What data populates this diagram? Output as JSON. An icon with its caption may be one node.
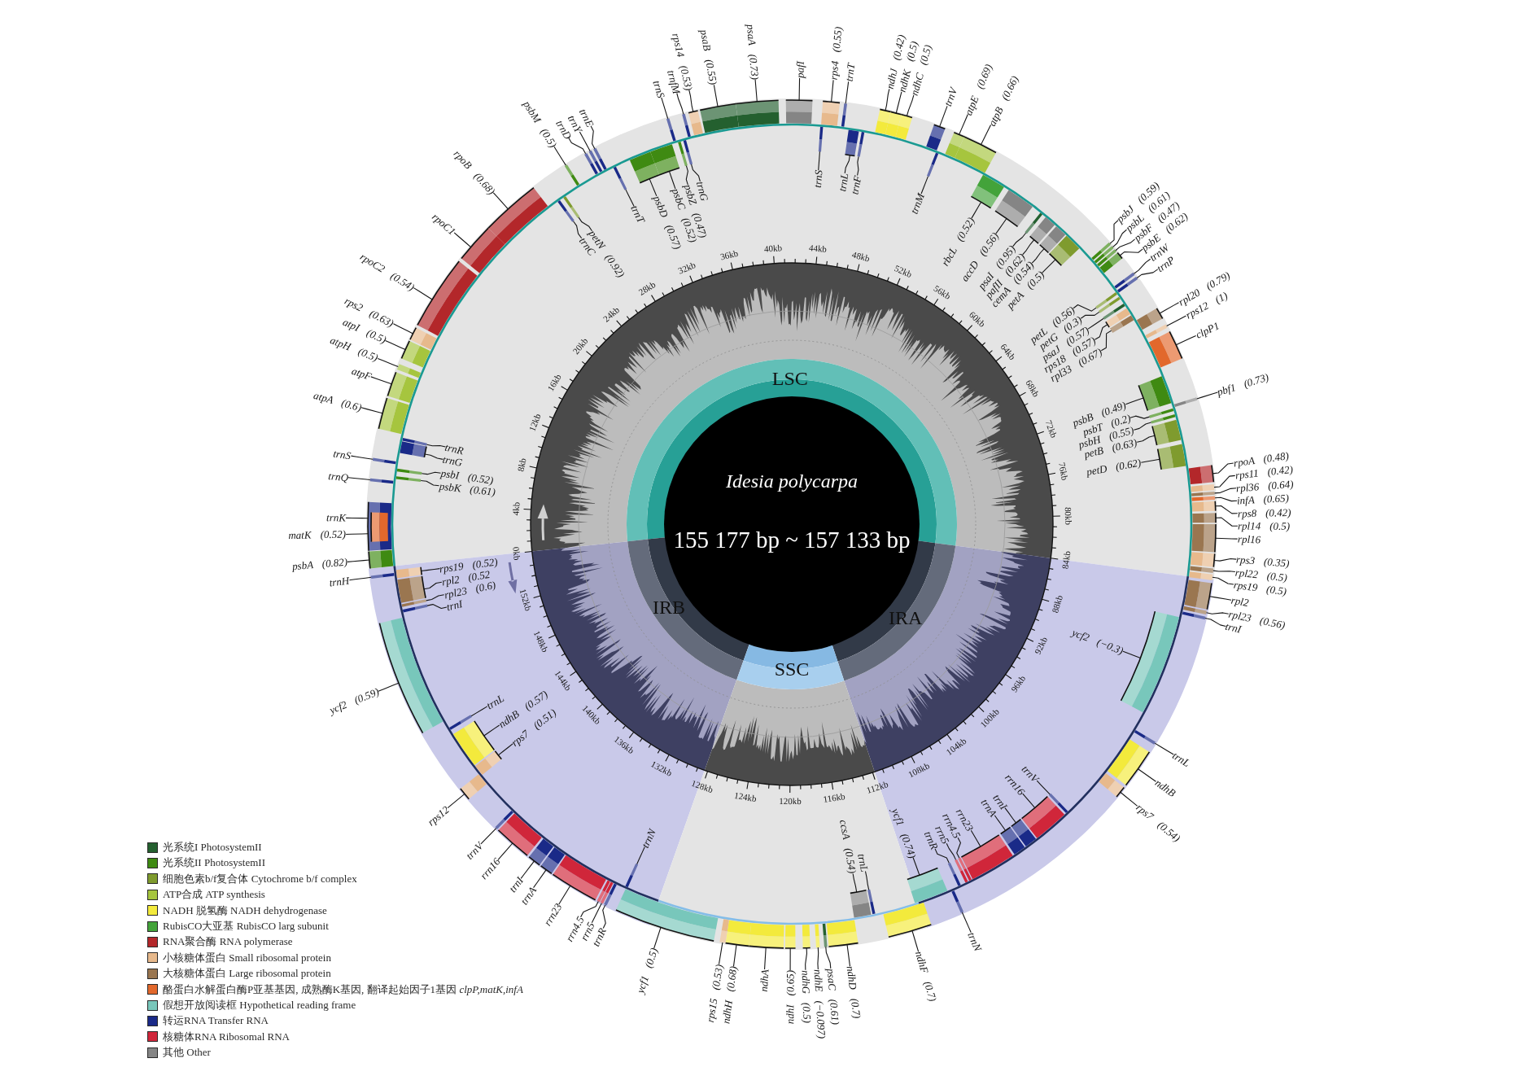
{
  "diagram": {
    "nodes": [
      {
        "text": [
          "Idesia polycarpa",
          "155 177 bp ~ 157 133 bp"
        ]
      },
      {
        "text": [
          "LSC"
        ]
      },
      {
        "text": [
          "IRB"
        ]
      },
      {
        "text": [
          "IRA"
        ]
      },
      {
        "text": [
          "SSC"
        ]
      },
      {
        "text": [
          "*psbA* (0.82)"
        ]
      },
      {
        "text": [
          "*matK* (0.52)"
        ]
      },
      {
        "text": [
          "trnK"
        ]
      },
      {
        "text": [
          "trnQ"
        ]
      },
      {
        "text": [
          "*psbK* (0.61)"
        ]
      },
      {
        "text": [
          "*psbI* (0.52)"
        ]
      },
      {
        "text": [
          "trnS"
        ]
      },
      {
        "text": [
          "trnG"
        ]
      },
      {
        "text": [
          "trnR"
        ]
      },
      {
        "text": [
          "*atpA* (0.6)"
        ]
      },
      {
        "text": [
          "atpF"
        ]
      },
      {
        "text": [
          "*atpH* (0.5)"
        ]
      },
      {
        "text": [
          "*atpI* (0.5)"
        ]
      },
      {
        "text": [
          "*rps2* (0.63)"
        ]
      },
      {
        "text": [
          "*rpoC2* (0.54)"
        ]
      },
      {
        "text": [
          "rpoC1"
        ]
      },
      {
        "text": [
          "*rpoB* (0.68)"
        ]
      },
      {
        "text": [
          "trnC"
        ]
      },
      {
        "text": [
          "*petN* (0.92)"
        ]
      },
      {
        "text": [
          "*psbM* (0.5)"
        ]
      },
      {
        "text": [
          "trnD"
        ]
      },
      {
        "text": [
          "trnY"
        ]
      },
      {
        "text": [
          "trnE"
        ]
      },
      {
        "text": [
          "trnT"
        ]
      },
      {
        "text": [
          "*psbD* (0.57)"
        ]
      },
      {
        "text": [
          "*psbC* (0.52)"
        ]
      },
      {
        "text": [
          "trnS"
        ]
      },
      {
        "text": [
          "*psbZ* (0.47)"
        ]
      },
      {
        "text": [
          "trnG"
        ]
      },
      {
        "text": [
          "trnfM"
        ]
      },
      {
        "text": [
          "*rps14* (0.53)"
        ]
      },
      {
        "text": [
          "*psaB* (0.55)"
        ]
      },
      {
        "text": [
          "*psaA* (0.73)"
        ]
      },
      {
        "text": [
          "pafI"
        ]
      },
      {
        "text": [
          "trnS"
        ]
      },
      {
        "text": [
          "*rps4* (0.55)"
        ]
      },
      {
        "text": [
          "trnT"
        ]
      },
      {
        "text": [
          "trnL"
        ]
      },
      {
        "text": [
          "trnF"
        ]
      },
      {
        "text": [
          "*ndhJ* (0.42)"
        ]
      },
      {
        "text": [
          "*ndhK* (0.5)"
        ]
      },
      {
        "text": [
          "*ndhC* (0.5)"
        ]
      },
      {
        "text": [
          "trnV"
        ]
      },
      {
        "text": [
          "trnM"
        ]
      },
      {
        "text": [
          "*atpE* (0.69)"
        ]
      },
      {
        "text": [
          "*atpB* (0.66)"
        ]
      },
      {
        "text": [
          "*rbcL* (0.52)"
        ]
      },
      {
        "text": [
          "*accD* (0.56)"
        ]
      },
      {
        "text": [
          "*psaI* (0.95)"
        ]
      },
      {
        "text": [
          "*pafII* (0.62)"
        ]
      },
      {
        "text": [
          "*cemA* (0.54)"
        ]
      },
      {
        "text": [
          "*petA* (0.5)"
        ]
      },
      {
        "text": [
          "*psbJ* (0.59)"
        ]
      },
      {
        "text": [
          "*psbL* (0.61)"
        ]
      },
      {
        "text": [
          "*psbF* (0.47)"
        ]
      },
      {
        "text": [
          "*psbE* (0.62)"
        ]
      },
      {
        "text": [
          "trnW"
        ]
      },
      {
        "text": [
          "trnP"
        ]
      },
      {
        "text": [
          "*petL* (0.56)"
        ]
      },
      {
        "text": [
          "*petG* (0.3)"
        ]
      },
      {
        "text": [
          "*psaJ* (0.57)"
        ]
      },
      {
        "text": [
          "*rps18* (0.57)"
        ]
      },
      {
        "text": [
          "*rpl33* (0.67)"
        ]
      },
      {
        "text": [
          "*rpl20* (0.79)"
        ]
      },
      {
        "text": [
          "*rps12* (1)"
        ]
      },
      {
        "text": [
          "clpP1"
        ]
      },
      {
        "text": [
          "*psbB* (0.49)"
        ]
      },
      {
        "text": [
          "*pbf1* (0.73)"
        ]
      },
      {
        "text": [
          "*psbT* (0.2)"
        ]
      },
      {
        "text": [
          "*psbH* (0.55)"
        ]
      },
      {
        "text": [
          "*petB* (0.63)"
        ]
      },
      {
        "text": [
          "*petD* (0.62)"
        ]
      },
      {
        "text": [
          "*rpoA* (0.48)"
        ]
      },
      {
        "text": [
          "*rps11* (0.42)"
        ]
      },
      {
        "text": [
          "*rpl36* (0.64)"
        ]
      },
      {
        "text": [
          "*infA* (0.65)"
        ]
      },
      {
        "text": [
          "*rps8* (0.42)"
        ]
      },
      {
        "text": [
          "*rpl14* (0.5)"
        ]
      },
      {
        "text": [
          "rpl16"
        ]
      },
      {
        "text": [
          "*rps3* (0.35)"
        ]
      },
      {
        "text": [
          "*rpl22* (0.5)"
        ]
      },
      {
        "text": [
          "*rps19* (0.5)"
        ]
      },
      {
        "text": [
          "rpl2"
        ]
      },
      {
        "text": [
          "*rpl23* (0.56)"
        ]
      },
      {
        "text": [
          "trnI"
        ]
      },
      {
        "text": [
          "*ycf2* (−0.3)"
        ]
      },
      {
        "text": [
          "trnL"
        ]
      },
      {
        "text": [
          "ndhB"
        ]
      },
      {
        "text": [
          "*rps7* (0.54)"
        ]
      },
      {
        "text": [
          "trnV"
        ]
      },
      {
        "text": [
          "rrn16"
        ]
      },
      {
        "text": [
          "trnI"
        ]
      },
      {
        "text": [
          "trnA"
        ]
      },
      {
        "text": [
          "rrn23"
        ]
      },
      {
        "text": [
          "rrn4.5"
        ]
      },
      {
        "text": [
          "rrn5"
        ]
      },
      {
        "text": [
          "trnR"
        ]
      },
      {
        "text": [
          "trnN"
        ]
      },
      {
        "text": [
          "*ycf1* (0.74)"
        ]
      },
      {
        "text": [
          "*ndhF* (0.7)"
        ]
      },
      {
        "text": [
          "trnL"
        ]
      },
      {
        "text": [
          "*ccsA* (0.54)"
        ]
      },
      {
        "text": [
          "*ndhD* (0.7)"
        ]
      },
      {
        "text": [
          "*psaC* (0.61)"
        ]
      },
      {
        "text": [
          "*ndhE* (−0.097)"
        ]
      },
      {
        "text": [
          "*ndhG* (0.5)"
        ]
      },
      {
        "text": [
          "*ndhI* (0.65)"
        ]
      },
      {
        "text": [
          "ndhA"
        ]
      },
      {
        "text": [
          "*ndhH* (0.68)"
        ]
      },
      {
        "text": [
          "*rps15* (0.53)"
        ]
      },
      {
        "text": [
          "*ycf1* (0.5)"
        ]
      },
      {
        "text": [
          "trnN"
        ]
      },
      {
        "text": [
          "trnR"
        ]
      },
      {
        "text": [
          "rrn5"
        ]
      },
      {
        "text": [
          "rrn4.5"
        ]
      },
      {
        "text": [
          "rrn23"
        ]
      },
      {
        "text": [
          "trnA"
        ]
      },
      {
        "text": [
          "trnI"
        ]
      },
      {
        "text": [
          "rrn16"
        ]
      },
      {
        "text": [
          "trnV"
        ]
      },
      {
        "text": [
          "rps12"
        ]
      },
      {
        "text": [
          "*rps7* (0.51)"
        ]
      },
      {
        "text": [
          "*ndhB* (0.57)"
        ]
      },
      {
        "text": [
          "trnL"
        ]
      },
      {
        "text": [
          "*ycf2* (0.59)"
        ]
      },
      {
        "text": [
          "trnI"
        ]
      },
      {
        "text": [
          "*rpl23* (0.6)"
        ]
      },
      {
        "text": [
          "*rpl2* (0.52"
        ]
      },
      {
        "text": [
          "*rps19* (0.52)"
        ]
      },
      {
        "text": [
          "trnH"
        ]
      },
      {
        "text": [],
        "shape": "bar"
      },
      {
        "text": [],
        "shape": "bar",
        "in": 137
      },
      {
        "text": [],
        "shape": "bar"
      },
      {
        "text": [],
        "shape": "bar"
      },
      {
        "text": [],
        "shape": "bar"
      },
      {
        "text": [],
        "shape": "bar"
      },
      {
        "text": [],
        "shape": "bar"
      },
      {
        "text": [],
        "shape": "bar"
      },
      {
        "text": [],
        "shape": "bar"
      },
      {
        "text": [],
        "shape": "bar"
      },
      {
        "text": [],
        "shape": "bar"
      },
      {
        "text": [],
        "shape": "bar"
      },
      {
        "text": [],
        "shape": "bar"
      },
      {
        "text": [],
        "shape": "bar"
      },
      {
        "text": [],
        "shape": "bar"
      },
      {
        "text": [],
        "shape": "bar"
      },
      {
        "text": [],
        "shape": "bar"
      },
      {
        "text": [],
        "shape": "bar"
      },
      {
        "text": [],
        "shape": "bar"
      },
      {
        "text": [],
        "shape": "bar"
      },
      {
        "text": [],
        "shape": "bar"
      },
      {
        "text": [],
        "shape": "bar"
      },
      {
        "text": [],
        "shape": "bar"
      },
      {
        "text": [],
        "shape": "bar"
      },
      {
        "text": [],
        "shape": "bar"
      },
      {
        "text": [],
        "shape": "bar"
      },
      {
        "text": [],
        "shape": "bar"
      },
      {
        "text": [],
        "shape": "bar"
      },
      {
        "text": [],
        "shape": "bar"
      },
      {
        "text": [],
        "shape": "bar"
      },
      {
        "text": [],
        "shape": "bar"
      },
      {
        "text": [],
        "shape": "bar"
      },
      {
        "text": [],
        "shape": "bar"
      },
      {
        "text": [],
        "shape": "bar"
      },
      {
        "text": [],
        "shape": "bar"
      },
      {
        "text": [],
        "shape": "bar"
      },
      {
        "text": [],
        "shape": "bar"
      },
      {
        "text": [],
        "shape": "bar"
      },
      {
        "text": [],
        "shape": "bar"
      },
      {
        "text": [],
        "shape": "bar"
      },
      {
        "text": [],
        "shape": "bar"
      },
      {
        "text": [],
        "shape": "bar"
      },
      {
        "text": [],
        "shape": "bar"
      },
      {
        "text": [],
        "shape": "bar"
      },
      {
        "text": [],
        "shape": "bar"
      },
      {
        "text": [],
        "shape": "bar"
      },
      {
        "text": [],
        "shape": "bar"
      },
      {
        "text": [],
        "shape": "bar"
      },
      {
        "text": [],
        "shape": "bar"
      },
      {
        "text": [],
        "shape": "bar"
      },
      {
        "text": [],
        "shape": "bar"
      },
      {
        "text": [],
        "shape": "bar"
      },
      {
        "text": [],
        "shape": "bar"
      },
      {
        "text": [],
        "shape": "bar"
      },
      {
        "text": [],
        "shape": "bar"
      },
      {
        "text": [],
        "shape": "bar"
      },
      {
        "text": [],
        "shape": "bar"
      },
      {
        "text": [],
        "shape": "bar"
      },
      {
        "text": [],
        "shape": "bar"
      },
      {
        "text": [],
        "shape": "bar"
      },
      {
        "text": [],
        "shape": "bar"
      },
      {
        "text": [],
        "shape": "bar"
      },
      {
        "text": [],
        "shape": "bar"
      },
      {
        "text": [],
        "shape": "bar"
      },
      {
        "text": [],
        "shape": "bar"
      },
      {
        "text": [],
        "shape": "bar"
      },
      {
        "text": [],
        "shape": "bar"
      },
      {
        "text": [],
        "shape": "bar"
      },
      {
        "text": [],
        "shape": "bar"
      },
      {
        "text": [],
        "shape": "bar"
      },
      {
        "text": [],
        "shape": "bar"
      },
      {
        "text": [],
        "shape": "bar"
      },
      {
        "text": [],
        "shape": "bar"
      },
      {
        "text": [],
        "shape": "bar"
      },
      {
        "text": [],
        "shape": "bar"
      },
      {
        "text": [],
        "shape": "bar"
      },
      {
        "text": [],
        "shape": "bar"
      },
      {
        "text": [],
        "shape": "bar"
      },
      {
        "text": [],
        "shape": "bar"
      },
      {
        "text": [],
        "shape": "bar"
      },
      {
        "text": [],
        "shape": "bar"
      },
      {
        "text": [],
        "shape": "bar"
      },
      {
        "text": [],
        "shape": "bar"
      },
      {
        "text": [],
        "shape": "bar"
      },
      {
        "text": [],
        "shape": "bar"
      },
      {
        "text": [],
        "shape": "bar"
      },
      {
        "text": [],
        "shape": "bar"
      },
      {
        "text": [],
        "shape": "bar"
      },
      {
        "text": [],
        "shape": "bar"
      },
      {
        "text": [],
        "shape": "bar"
      },
      {
        "text": [],
        "shape": "bar"
      },
      {
        "text": [],
        "shape": "bar"
      },
      {
        "text": [],
        "shape": "bar"
      },
      {
        "text": [],
        "shape": "bar"
      },
      {
        "text": [],
        "shape": "bar"
      },
      {
        "text": [],
        "shape": "bar"
      },
      {
        "text": [],
        "shape": "bar"
      },
      {
        "text": [],
        "shape": "bar"
      },
      {
        "text": [],
        "shape": "bar"
      },
      {
        "text": [],
        "shape": "bar"
      },
      {
        "text": [],
        "shape": "bar"
      },
      {
        "text": [],
        "shape": "bar"
      },
      {
        "text": [],
        "shape": "bar"
      },
      {
        "text": [],
        "shape": "bar"
      },
      {
        "text": [],
        "shape": "bar"
      },
      {
        "text": [],
        "shape": "bar"
      },
      {
        "text": [],
        "shape": "bar"
      },
      {
        "text": [],
        "shape": "bar"
      },
      {
        "text": [],
        "shape": "bar"
      },
      {
        "text": [],
        "shape": "bar"
      },
      {
        "text": [],
        "shape": "bar"
      },
      {
        "text": [],
        "shape": "bar"
      },
      {
        "text": [],
        "shape": "bar"
      },
      {
        "text": [],
        "shape": "bar"
      },
      {
        "text": [],
        "shape": "bar"
      },
      {
        "text": [],
        "shape": "bar"
      },
      {
        "text": [],
        "shape": "bar"
      },
      {
        "text": [],
        "shape": "bar"
      },
      {
        "text": [],
        "shape": "bar"
      },
      {
        "text": [],
        "shape": "bar"
      },
      {
        "text": [],
        "shape": "bar"
      },
      {
        "text": [],
        "shape": "bar"
      },
      {
        "text": [],
        "shape": "bar"
      },
      {
        "text": [],
        "shape": "bar"
      },
      {
        "text": [],
        "shape": "bar"
      },
      {
        "text": [],
        "shape": "bar"
      },
      {
        "text": [],
        "shape": "bar"
      },
      {
        "text": [],
        "shape": "bar"
      },
      {
        "text": [],
        "shape": "bar"
      },
      {
        "text": [],
        "shape": "bar"
      }
    ],
    "edges": [
      {
        "from": 5,
        "to": 135,
        "arrow": "none"
      },
      {
        "from": 6,
        "to": 136,
        "arrow": "none"
      },
      {
        "from": 7,
        "to": 137,
        "arrow": "none"
      },
      {
        "from": 8,
        "to": 138,
        "arrow": "none"
      },
      {
        "from": 9,
        "to": 139,
        "arrow": "none"
      },
      {
        "from": 10,
        "to": 140,
        "arrow": "none"
      },
      {
        "from": 11,
        "to": 141,
        "arrow": "none"
      },
      {
        "from": 12,
        "to": 142,
        "arrow": "none"
      },
      {
        "from": 13,
        "to": 143,
        "arrow": "none"
      },
      {
        "from": 14,
        "to": 144,
        "arrow": "none"
      },
      {
        "from": 15,
        "to": 145,
        "arrow": "none"
      },
      {
        "from": 16,
        "to": 146,
        "arrow": "none"
      },
      {
        "from": 17,
        "to": 147,
        "arrow": "none"
      },
      {
        "from": 18,
        "to": 148,
        "arrow": "none"
      },
      {
        "from": 19,
        "to": 149,
        "arrow": "none"
      },
      {
        "from": 20,
        "to": 150,
        "arrow": "none"
      },
      {
        "from": 21,
        "to": 151,
        "arrow": "none"
      },
      {
        "from": 22,
        "to": 152,
        "arrow": "none"
      },
      {
        "from": 23,
        "to": 153,
        "arrow": "none"
      },
      {
        "from": 24,
        "to": 154,
        "arrow": "none"
      },
      {
        "from": 25,
        "to": 155,
        "arrow": "none"
      },
      {
        "from": 26,
        "to": 156,
        "arrow": "none"
      },
      {
        "from": 27,
        "to": 157,
        "arrow": "none"
      },
      {
        "from": 28,
        "to": 158,
        "arrow": "none"
      },
      {
        "from": 29,
        "to": 159,
        "arrow": "none"
      },
      {
        "from": 30,
        "to": 160,
        "arrow": "none"
      },
      {
        "from": 31,
        "to": 161,
        "arrow": "none"
      },
      {
        "from": 32,
        "to": 162,
        "arrow": "none"
      },
      {
        "from": 33,
        "to": 163,
        "arrow": "none"
      },
      {
        "from": 34,
        "to": 164,
        "arrow": "none"
      },
      {
        "from": 35,
        "to": 165,
        "arrow": "none"
      },
      {
        "from": 36,
        "to": 166,
        "arrow": "none"
      },
      {
        "from": 37,
        "to": 167,
        "arrow": "none"
      },
      {
        "from": 38,
        "to": 168,
        "arrow": "none"
      },
      {
        "from": 39,
        "to": 169,
        "arrow": "none"
      },
      {
        "from": 40,
        "to": 170,
        "arrow": "none"
      },
      {
        "from": 41,
        "to": 171,
        "arrow": "none"
      },
      {
        "from": 42,
        "to": 172,
        "arrow": "none"
      },
      {
        "from": 43,
        "to": 173,
        "arrow": "none"
      },
      {
        "from": 44,
        "to": 174,
        "arrow": "none"
      },
      {
        "from": 45,
        "to": 175,
        "arrow": "none"
      },
      {
        "from": 46,
        "to": 176,
        "arrow": "none"
      },
      {
        "from": 47,
        "to": 177,
        "arrow": "none"
      },
      {
        "from": 48,
        "to": 178,
        "arrow": "none"
      },
      {
        "from": 49,
        "to": 179,
        "arrow": "none"
      },
      {
        "from": 50,
        "to": 180,
        "arrow": "none"
      },
      {
        "from": 51,
        "to": 181,
        "arrow": "none"
      },
      {
        "from": 52,
        "to": 182,
        "arrow": "none"
      },
      {
        "from": 53,
        "to": 183,
        "arrow": "none"
      },
      {
        "from": 54,
        "to": 184,
        "arrow": "none"
      },
      {
        "from": 55,
        "to": 185,
        "arrow": "none"
      },
      {
        "from": 56,
        "to": 186,
        "arrow": "none"
      },
      {
        "from": 57,
        "to": 187,
        "arrow": "none"
      },
      {
        "from": 58,
        "to": 188,
        "arrow": "none"
      },
      {
        "from": 59,
        "to": 189,
        "arrow": "none"
      },
      {
        "from": 60,
        "to": 190,
        "arrow": "none"
      },
      {
        "from": 61,
        "to": 191,
        "arrow": "none"
      },
      {
        "from": 62,
        "to": 192,
        "arrow": "none"
      },
      {
        "from": 63,
        "to": 193,
        "arrow": "none"
      },
      {
        "from": 64,
        "to": 194,
        "arrow": "none"
      },
      {
        "from": 65,
        "to": 195,
        "arrow": "none"
      },
      {
        "from": 66,
        "to": 196,
        "arrow": "none"
      },
      {
        "from": 67,
        "to": 197,
        "arrow": "none"
      },
      {
        "from": 68,
        "to": 198,
        "arrow": "none"
      },
      {
        "from": 69,
        "to": 199,
        "arrow": "none"
      },
      {
        "from": 70,
        "to": 200,
        "arrow": "none"
      },
      {
        "from": 71,
        "to": 201,
        "arrow": "none"
      },
      {
        "from": 72,
        "to": 202,
        "arrow": "none"
      },
      {
        "from": 73,
        "to": 203,
        "arrow": "none"
      },
      {
        "from": 74,
        "to": 204,
        "arrow": "none"
      },
      {
        "from": 75,
        "to": 205,
        "arrow": "none"
      },
      {
        "from": 76,
        "to": 206,
        "arrow": "none"
      },
      {
        "from": 77,
        "to": 207,
        "arrow": "none"
      },
      {
        "from": 78,
        "to": 208,
        "arrow": "none"
      },
      {
        "from": 79,
        "to": 209,
        "arrow": "none"
      },
      {
        "from": 80,
        "to": 210,
        "arrow": "none"
      },
      {
        "from": 81,
        "to": 211,
        "arrow": "none"
      },
      {
        "from": 82,
        "to": 212,
        "arrow": "none"
      },
      {
        "from": 83,
        "to": 213,
        "arrow": "none"
      },
      {
        "from": 84,
        "to": 214,
        "arrow": "none"
      },
      {
        "from": 85,
        "to": 215,
        "arrow": "none"
      },
      {
        "from": 86,
        "to": 216,
        "arrow": "none"
      },
      {
        "from": 87,
        "to": 217,
        "arrow": "none"
      },
      {
        "from": 88,
        "to": 218,
        "arrow": "none"
      },
      {
        "from": 89,
        "to": 219,
        "arrow": "none"
      },
      {
        "from": 90,
        "to": 220,
        "arrow": "none"
      },
      {
        "from": 91,
        "to": 221,
        "arrow": "none"
      },
      {
        "from": 92,
        "to": 222,
        "arrow": "none"
      },
      {
        "from": 93,
        "to": 223,
        "arrow": "none"
      },
      {
        "from": 94,
        "to": 224,
        "arrow": "none"
      },
      {
        "from": 95,
        "to": 225,
        "arrow": "none"
      },
      {
        "from": 96,
        "to": 226,
        "arrow": "none"
      },
      {
        "from": 97,
        "to": 227,
        "arrow": "none"
      },
      {
        "from": 98,
        "to": 228,
        "arrow": "none"
      },
      {
        "from": 99,
        "to": 229,
        "arrow": "none"
      },
      {
        "from": 100,
        "to": 230,
        "arrow": "none"
      },
      {
        "from": 101,
        "to": 231,
        "arrow": "none"
      },
      {
        "from": 102,
        "to": 232,
        "arrow": "none"
      },
      {
        "from": 103,
        "to": 233,
        "arrow": "none"
      },
      {
        "from": 104,
        "to": 234,
        "arrow": "none"
      },
      {
        "from": 105,
        "to": 235,
        "arrow": "none"
      },
      {
        "from": 106,
        "to": 236,
        "arrow": "none"
      },
      {
        "from": 107,
        "to": 237,
        "arrow": "none"
      },
      {
        "from": 108,
        "to": 238,
        "arrow": "none"
      },
      {
        "from": 109,
        "to": 239,
        "arrow": "none"
      },
      {
        "from": 110,
        "to": 240,
        "arrow": "none"
      },
      {
        "from": 111,
        "to": 241,
        "arrow": "none"
      },
      {
        "from": 112,
        "to": 242,
        "arrow": "none"
      },
      {
        "from": 113,
        "to": 243,
        "arrow": "none"
      },
      {
        "from": 114,
        "to": 244,
        "arrow": "none"
      },
      {
        "from": 115,
        "to": 245,
        "arrow": "none"
      },
      {
        "from": 116,
        "to": 246,
        "arrow": "none"
      },
      {
        "from": 117,
        "to": 247,
        "arrow": "none"
      },
      {
        "from": 118,
        "to": 248,
        "arrow": "none"
      },
      {
        "from": 119,
        "to": 249,
        "arrow": "none"
      },
      {
        "from": 120,
        "to": 250,
        "arrow": "none"
      },
      {
        "from": 121,
        "to": 251,
        "arrow": "none"
      },
      {
        "from": 122,
        "to": 252,
        "arrow": "none"
      },
      {
        "from": 123,
        "to": 253,
        "arrow": "none"
      },
      {
        "from": 124,
        "to": 254,
        "arrow": "none"
      },
      {
        "from": 125,
        "to": 255,
        "arrow": "none"
      },
      {
        "from": 126,
        "to": 256,
        "arrow": "none"
      },
      {
        "from": 127,
        "to": 257,
        "arrow": "none"
      },
      {
        "from": 128,
        "to": 258,
        "arrow": "none"
      },
      {
        "from": 129,
        "to": 259,
        "arrow": "none"
      },
      {
        "from": 130,
        "to": 260,
        "arrow": "none"
      },
      {
        "from": 131,
        "to": 261,
        "arrow": "none"
      },
      {
        "from": 132,
        "to": 262,
        "arrow": "none"
      },
      {
        "from": 133,
        "to": 263,
        "arrow": "none"
      },
      {
        "from": 134,
        "to": 264,
        "arrow": "none"
      }
    ],
    "labels": [
      "0kb",
      "4kb",
      "8kb",
      "12kb",
      "16kb",
      "20kb",
      "24kb",
      "28kb",
      "32kb",
      "36kb",
      "40kb",
      "44kb",
      "48kb",
      "52kb",
      "56kb",
      "60kb",
      "64kb",
      "68kb",
      "72kb",
      "76kb",
      "80kb",
      "84kb",
      "88kb",
      "92kb",
      "96kb",
      "100kb",
      "104kb",
      "108kb",
      "112kb",
      "116kb",
      "120kb",
      "124kb",
      "128kb",
      "132kb",
      "136kb",
      "140kb",
      "144kb",
      "148kb",
      "152kb"
    ],
    "legend": [
      {
        "text": "光系统I PhotosystemII",
        "color": "#24602f"
      },
      {
        "text": "光系统II PhotosystemII",
        "color": "#3f8a12"
      },
      {
        "text": "细胞色素b/f复合体 Cytochrome b/f complex",
        "color": "#7f9b2e"
      },
      {
        "text": "ATP合成 ATP synthesis",
        "color": "#a6c53e"
      },
      {
        "text": "NADH 脱氢酶 NADH dehydrogenase",
        "color": "#f3ea3c"
      },
      {
        "text": "RubisCO大亚基 RubisCO larg subunit",
        "color": "#43a33a"
      },
      {
        "text": "RNA聚合酶 RNA polymerase",
        "color": "#b3272a"
      },
      {
        "text": "小核糖体蛋白 Small ribosomal protein",
        "color": "#e7b98c"
      },
      {
        "text": "大核糖体蛋白 Large ribosomal protein",
        "color": "#9a7650"
      },
      {
        "text": "酪蛋白水解蛋白酶P亚基基因, 成熟酶K基因, 翻译起始因子1基因 *clpP,matK,infA*",
        "color": "#e2682c"
      },
      {
        "text": "假想开放阅读框 Hypothetical reading frame",
        "color": "#78c7bb"
      },
      {
        "text": "转运RNA Transfer RNA",
        "color": "#1a2a88"
      },
      {
        "text": "核糖体RNA Ribosomal RNA",
        "color": "#d0263a"
      },
      {
        "text": "其他 Other",
        "color": "#858585"
      }
    ]
  }
}
